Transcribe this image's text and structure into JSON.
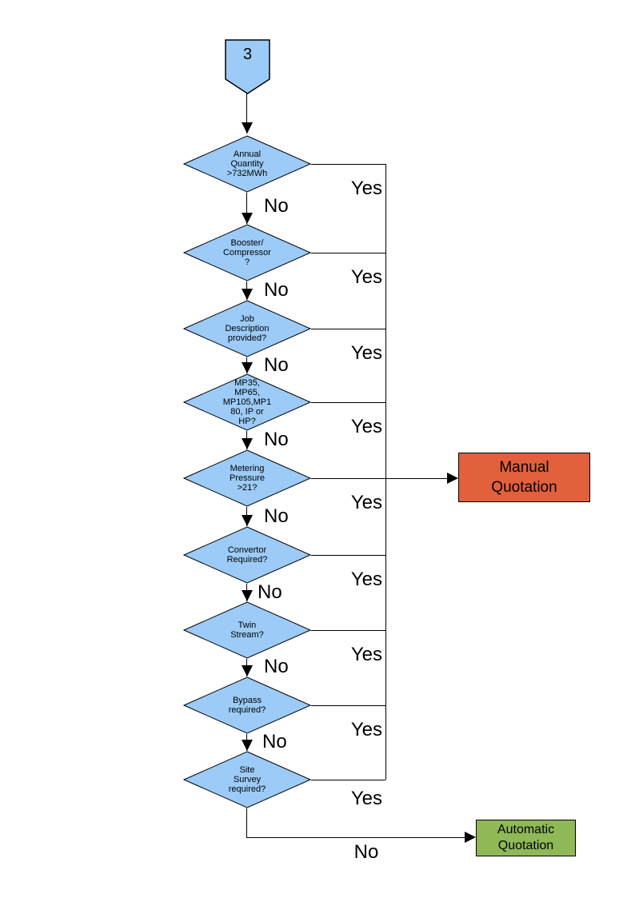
{
  "connector": {
    "label": "3"
  },
  "decisions": [
    {
      "label": "Annual\nQuantity\n>732MWh",
      "yes": "Yes",
      "no": "No"
    },
    {
      "label": "Booster/\nCompressor\n?",
      "yes": "Yes",
      "no": "No"
    },
    {
      "label": "Job\nDescription\nprovided?",
      "yes": "Yes",
      "no": "No"
    },
    {
      "label": "MP35,\nMP65,\nMP105,MP1\n80, IP or\nHP?",
      "yes": "Yes",
      "no": "No"
    },
    {
      "label": "Metering\nPressure\n>21?",
      "yes": "Yes",
      "no": "No"
    },
    {
      "label": "Convertor\nRequired?",
      "yes": "Yes",
      "no": "No"
    },
    {
      "label": "Twin\nStream?",
      "yes": "Yes",
      "no": "No"
    },
    {
      "label": "Bypass\nrequired?",
      "yes": "Yes",
      "no": "No"
    },
    {
      "label": "Site\nSurvey\nrequired?",
      "yes": "Yes",
      "no": "No"
    }
  ],
  "outcomes": {
    "manual": {
      "label": "Manual\nQuotation",
      "fill": "#E2603C"
    },
    "automatic": {
      "label": "Automatic\nQuotation",
      "fill": "#8FB857"
    }
  },
  "colors": {
    "decision_fill": "#9CCBF7",
    "connector_fill": "#9CCBF7",
    "line": "#000000"
  }
}
